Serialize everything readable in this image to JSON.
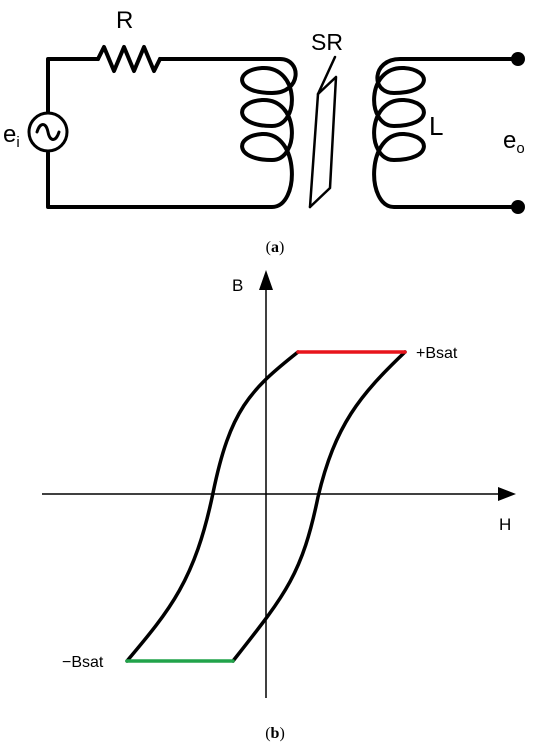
{
  "circuit": {
    "resistor_label": "R",
    "core_label": "SR",
    "inductor_label": "L",
    "input_label_main": "e",
    "input_label_sub": "i",
    "output_label_main": "e",
    "output_label_sub": "o",
    "caption_open": "(",
    "caption_letter": "a",
    "caption_close": ")"
  },
  "hysteresis": {
    "y_axis_label": "B",
    "x_axis_label": "H",
    "pos_sat_label": "+Bsat",
    "neg_sat_label": "−Bsat",
    "caption_open": "(",
    "caption_letter": "b",
    "caption_close": ")",
    "colors": {
      "loop": "#000000",
      "pos_saturation": "#e8141c",
      "neg_saturation": "#21a34a"
    }
  }
}
